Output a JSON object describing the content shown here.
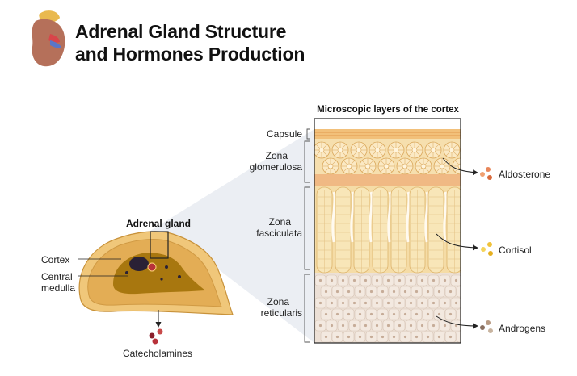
{
  "title": {
    "line1": "Adrenal Gland Structure",
    "line2": "and Hormones Production"
  },
  "gland": {
    "label": "Adrenal gland",
    "cortex": "Cortex",
    "medulla_line1": "Central",
    "medulla_line2": "medulla",
    "product": "Catecholamines"
  },
  "cortex_panel": {
    "heading": "Microscopic layers of the cortex",
    "capsule": "Capsule",
    "glomerulosa_line1": "Zona",
    "glomerulosa_line2": "glomerulosa",
    "fasciculata_line1": "Zona",
    "fasciculata_line2": "fasciculata",
    "reticularis_line1": "Zona",
    "reticularis_line2": "reticularis"
  },
  "hormones": {
    "aldosterone": "Aldosterone",
    "cortisol": "Cortisol",
    "androgens": "Androgens"
  },
  "colors": {
    "capsule": "#f2c07a",
    "glomerulosa": "#f6dfae",
    "fasciculata": "#f8e3b0",
    "reticularis": "#ece0d6",
    "cortex_tissue": "#e3ad55",
    "medulla": "#a8770f",
    "aldosterone_dots": "#e8865a",
    "cortisol_dots": "#f0c23a",
    "androgen_dots": "#a89078",
    "catecholamine_dots": "#b8323a"
  }
}
